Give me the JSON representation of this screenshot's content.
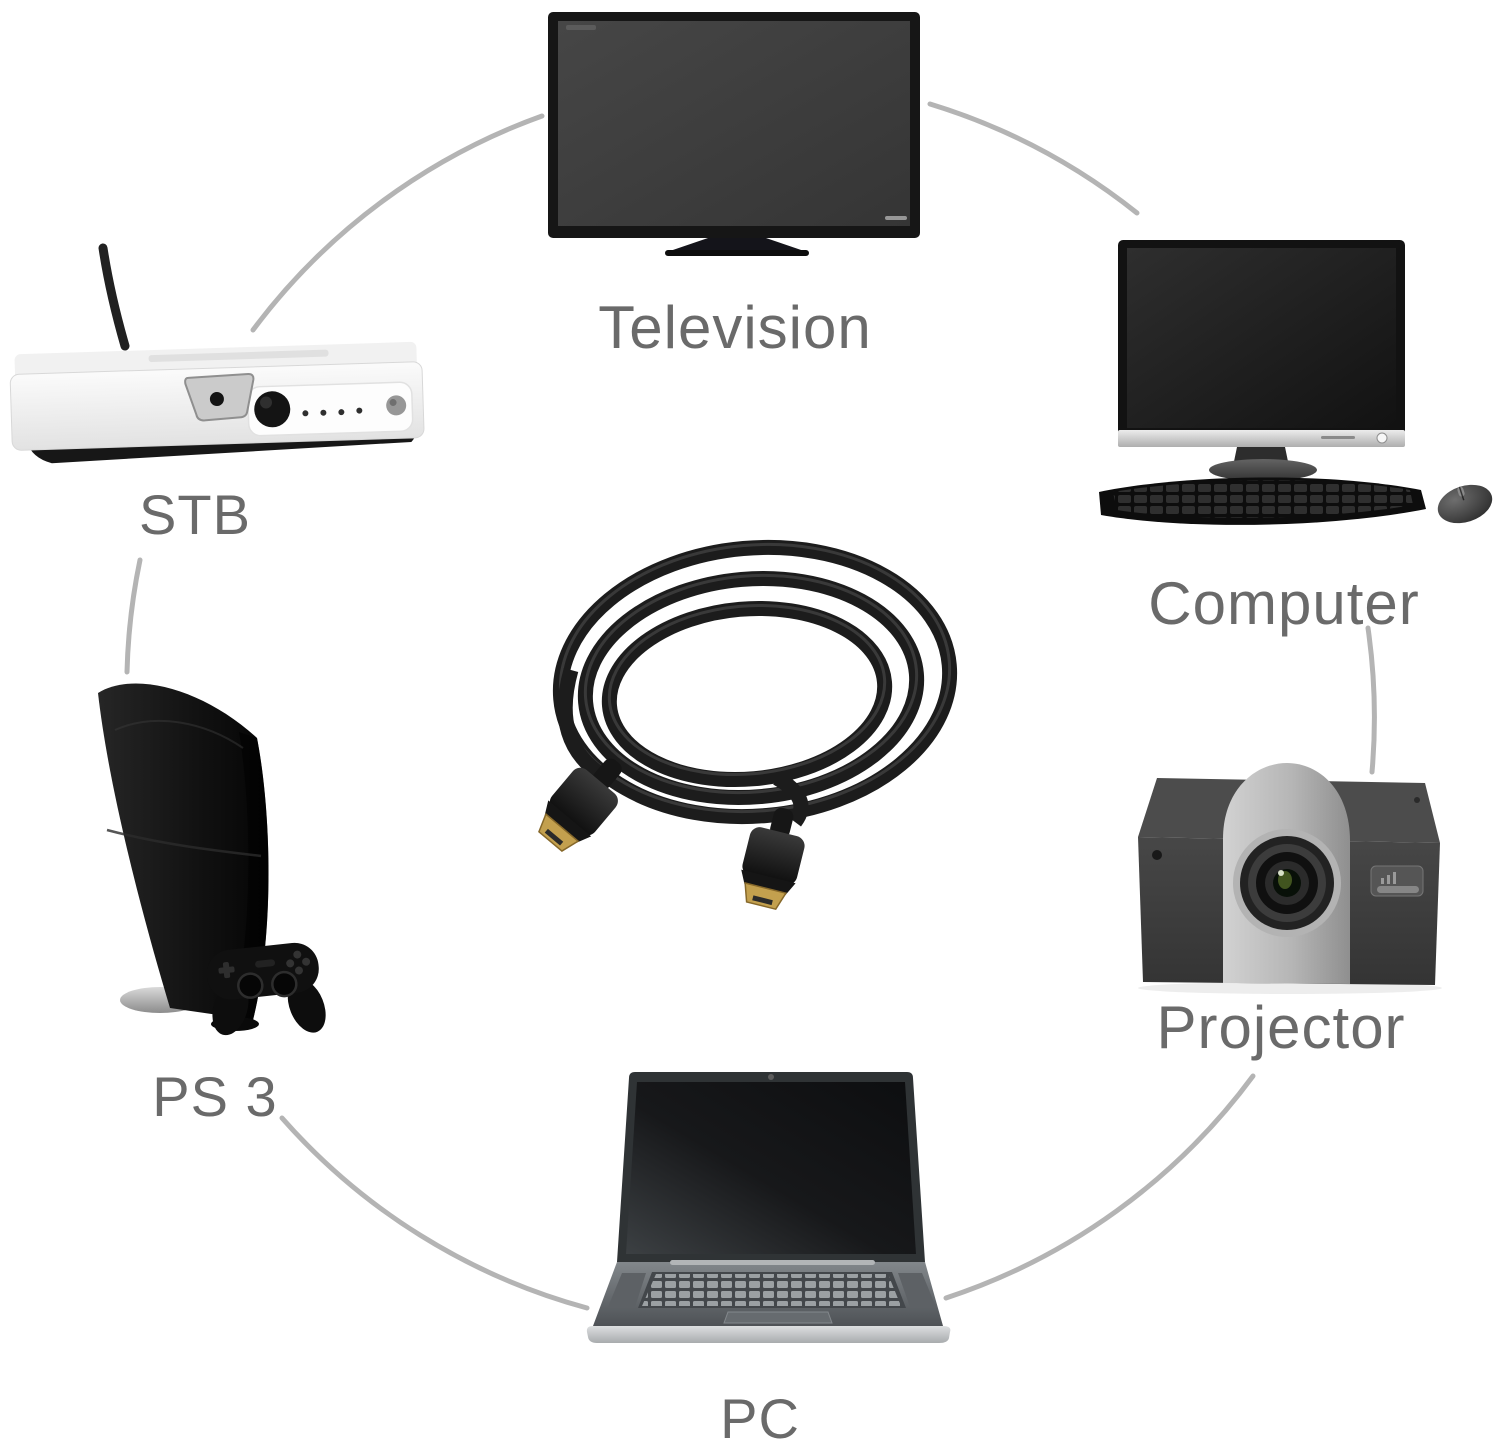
{
  "diagram": {
    "center": {
      "id": "hdmi-cable",
      "icon": "hdmi-cable-photo"
    },
    "devices": [
      {
        "id": "television",
        "label": "Television",
        "position": "top",
        "icon": "television-photo"
      },
      {
        "id": "computer",
        "label": "Computer",
        "position": "top-right",
        "icon": "desktop-computer-photo"
      },
      {
        "id": "projector",
        "label": "Projector",
        "position": "bottom-right",
        "icon": "projector-photo"
      },
      {
        "id": "pc",
        "label": "PC",
        "position": "bottom",
        "icon": "laptop-photo"
      },
      {
        "id": "ps3",
        "label": "PS 3",
        "position": "left-bottom",
        "icon": "ps3-console-photo"
      },
      {
        "id": "stb",
        "label": "STB",
        "position": "left-top",
        "icon": "set-top-box-photo"
      }
    ],
    "colors": {
      "background": "#ffffff",
      "label": "#6a6a6a",
      "circle": "#b4b4b4"
    }
  }
}
